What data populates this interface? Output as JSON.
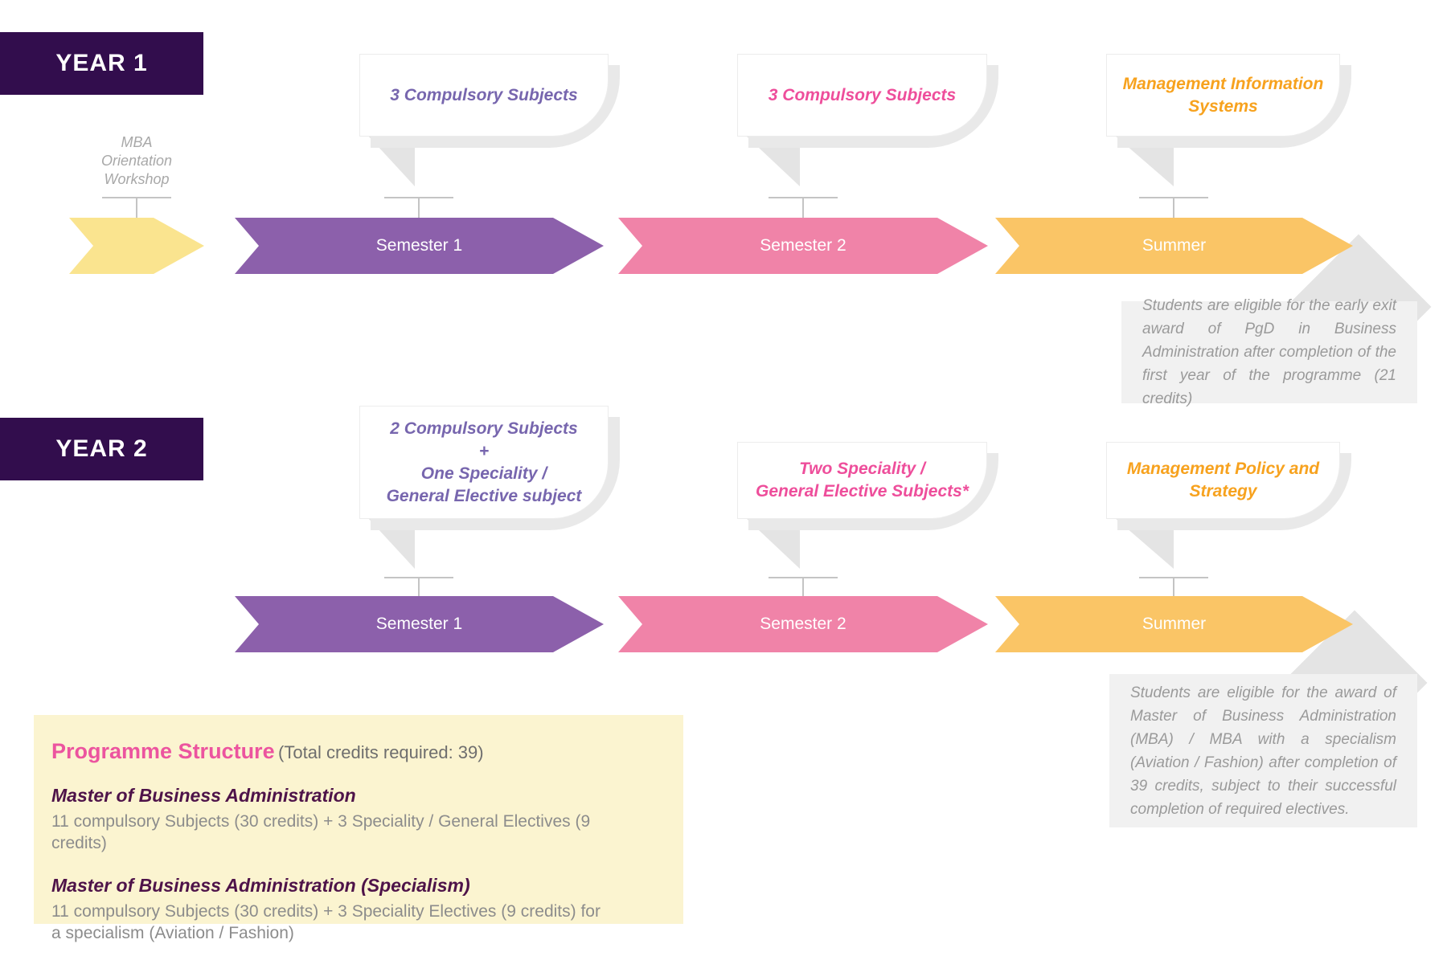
{
  "colors": {
    "header_bg": "#320D4D",
    "purple_chevron": "#8C60AB",
    "pink_chevron": "#F083A8",
    "orange_chevron": "#FAC566",
    "yellow_chevron": "#FAE48F",
    "purple_callout_text": "#7766AE",
    "pink_callout_text": "#EE4E9B",
    "orange_callout_text": "#F7A21E",
    "note_text": "#9A9A9A",
    "note_bg": "#F1F1F1",
    "programme_title": "#EC549F",
    "programme_heading": "#4E1349",
    "programme_bg": "#FBF4D0"
  },
  "year1": {
    "label": "YEAR 1",
    "orientation_lines": [
      "MBA",
      "Orientation",
      "Workshop"
    ],
    "callouts": [
      {
        "lines": [
          "3 Compulsory Subjects"
        ]
      },
      {
        "lines": [
          "3 Compulsory Subjects"
        ]
      },
      {
        "lines": [
          "Management Information",
          "Systems"
        ]
      }
    ],
    "chevrons": {
      "semester1": "Semester 1",
      "semester2": "Semester 2",
      "summer": "Summer"
    },
    "note": "Students are eligible for the early exit award of PgD in Business Administration after completion of the first year of the programme (21 credits)"
  },
  "year2": {
    "label": "YEAR 2",
    "callouts": [
      {
        "lines": [
          "2 Compulsory Subjects",
          "+",
          "One Speciality /",
          "General Elective subject"
        ]
      },
      {
        "lines": [
          "Two Speciality /",
          "General Elective Subjects*"
        ]
      },
      {
        "lines": [
          "Management Policy and",
          "Strategy"
        ]
      }
    ],
    "chevrons": {
      "semester1": "Semester 1",
      "semester2": "Semester 2",
      "summer": "Summer"
    },
    "note": "Students are eligible for the award of Master of Business Administration (MBA) / MBA with a specialism (Aviation / Fashion) after completion of 39 credits, subject to their successful completion of required electives."
  },
  "programme_structure": {
    "title": "Programme Structure",
    "subtitle": "(Total credits required: 39)",
    "sections": [
      {
        "heading": "Master of Business Administration",
        "body": "11 compulsory Subjects (30 credits) + 3 Speciality / General Electives (9 credits)"
      },
      {
        "heading": "Master of Business Administration (Specialism)",
        "body": "11 compulsory Subjects (30 credits) + 3 Speciality Electives (9 credits) for a specialism (Aviation / Fashion)"
      }
    ]
  }
}
